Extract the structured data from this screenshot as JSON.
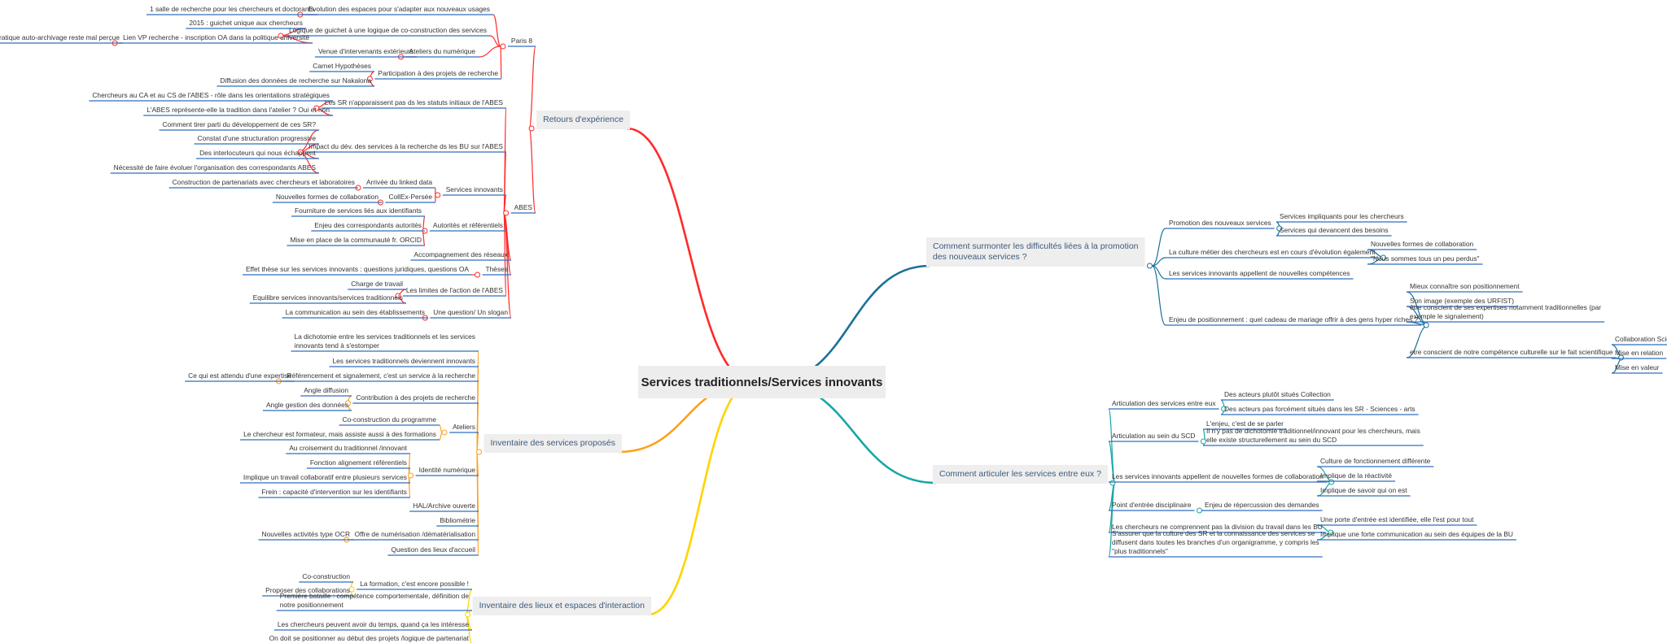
{
  "central": "Services traditionnels/Services innovants",
  "branches": [
    {
      "label": "Retours d'expérience",
      "color": "#ff2a2a",
      "children": [
        {
          "label": "Paris 8",
          "children": [
            {
              "label": "Evolution des espaces pour s'adapter aux nouveaux usages",
              "children": [
                {
                  "label": "1 salle de recherche pour les chercheurs et doctorants"
                }
              ]
            },
            {
              "label": "Logique de guichet à une logique de co-construction des services",
              "children": [
                {
                  "label": "2015 : guichet unique aux chercheurs"
                },
                {
                  "label": "Lien VP recherche - inscription OA dans la politique université",
                  "children": [
                    {
                      "label": "Pratique auto-archivage reste mal perçue"
                    }
                  ]
                }
              ]
            },
            {
              "label": "Ateliers du numérique",
              "children": [
                {
                  "label": "Venue d'intervenants extérieurs"
                }
              ]
            },
            {
              "label": "Participation à des projets de recherche",
              "children": [
                {
                  "label": "Carnet Hypothèses"
                },
                {
                  "label": "Diffusion des données de recherche sur Nakalona"
                }
              ]
            }
          ]
        },
        {
          "label": "ABES",
          "children": [
            {
              "label": "Les SR n'apparaissent pas ds les statuts initiaux de l'ABES",
              "children": [
                {
                  "label": "Chercheurs au CA et au CS de l'ABES - rôle dans les orientations stratégiques"
                },
                {
                  "label": "L'ABES représente-elle la tradition  dans l'atelier ? Oui et non"
                }
              ]
            },
            {
              "label": "Impact du dév. des services à la recherche ds les BU sur l'ABES",
              "children": [
                {
                  "label": "Comment tirer parti du développement de ces SR?"
                },
                {
                  "label": "Constat d'une structuration progressive"
                },
                {
                  "label": "Des interlocuteurs qui nous échappent"
                },
                {
                  "label": "Nécessité de faire évoluer l'organisation des correspondants ABES"
                }
              ]
            },
            {
              "label": "Services innovants",
              "children": [
                {
                  "label": "Arrivée du linked data",
                  "children": [
                    {
                      "label": "Construction de partenariats avec chercheurs et laboratoires"
                    }
                  ]
                },
                {
                  "label": "CollEx-Persée",
                  "children": [
                    {
                      "label": "Nouvelles formes de collaboration"
                    }
                  ]
                }
              ]
            },
            {
              "label": "Autorités et référentiels",
              "children": [
                {
                  "label": "Fourniture de services liés aux identifiants"
                },
                {
                  "label": "Enjeu des correspondants autorités"
                },
                {
                  "label": "Mise en place de la communauté fr. ORCID"
                }
              ]
            },
            {
              "label": "Accompagnement des réseaux"
            },
            {
              "label": "Thèses",
              "children": [
                {
                  "label": "Effet thèse sur les services innovants : questions juridiques, questions OA"
                }
              ]
            },
            {
              "label": "Les limites de l'action de l'ABES",
              "children": [
                {
                  "label": "Charge de travail"
                },
                {
                  "label": "Equilibre services innovants/services traditionnels"
                }
              ]
            },
            {
              "label": "Une question/ Un slogan",
              "children": [
                {
                  "label": "La communication au sein des établissements"
                }
              ]
            }
          ]
        }
      ]
    },
    {
      "label": "Inventaire des services proposés",
      "color": "#ff9f1a",
      "children": [
        {
          "label": "La dichotomie entre les services traditionnels et les services innovants tend à s'estomper"
        },
        {
          "label": "Les services traditionnels deviennent innovants"
        },
        {
          "label": "Référencement et signalement, c'est un service à la recherche",
          "children": [
            {
              "label": "Ce qui est attendu d'une expertise"
            }
          ]
        },
        {
          "label": "Contribution à des projets de recherche",
          "children": [
            {
              "label": "Angle diffusion"
            },
            {
              "label": "Angle gestion des données"
            }
          ]
        },
        {
          "label": "Ateliers",
          "children": [
            {
              "label": "Co-construction du programme"
            },
            {
              "label": "Le chercheur est formateur, mais assiste aussi à des formations"
            }
          ]
        },
        {
          "label": "Identité numérique",
          "children": [
            {
              "label": "Au croisement du traditionnel /innovant"
            },
            {
              "label": "Fonction alignement référentiels"
            },
            {
              "label": "Implique un travail collaboratif entre plusieurs services"
            },
            {
              "label": "Frein : capacité d'intervention sur les identifiants"
            }
          ]
        },
        {
          "label": "HAL/Archive ouverte"
        },
        {
          "label": "Bibliométrie"
        },
        {
          "label": "Offre de numérisation /dématérialisation",
          "children": [
            {
              "label": "Nouvelles activités type OCR"
            }
          ]
        },
        {
          "label": "Question des lieux d'accueil"
        }
      ]
    },
    {
      "label": "Inventaire des lieux et espaces d'interaction",
      "color": "#ffd400",
      "children": [
        {
          "label": "La formation, c'est encore possible !",
          "children": [
            {
              "label": "Co-construction"
            },
            {
              "label": "Proposer des collaborations"
            }
          ]
        },
        {
          "label": "Première bataille : compétence comportementale, définition de notre positionnement"
        },
        {
          "label": "Les chercheurs peuvent avoir du temps, quand ça les intéresse"
        },
        {
          "label": "On doit se positionner au début des projets /logique de partenariat"
        }
      ]
    },
    {
      "label": "Comment surmonter les difficultés liées à la promotion des nouveaux services ?",
      "color": "#1a7099",
      "children": [
        {
          "label": "Promotion des nouveaux services",
          "children": [
            {
              "label": "Services impliquants pour les chercheurs"
            },
            {
              "label": "Services qui devancent des besoins"
            }
          ]
        },
        {
          "label": "La culture métier des chercheurs est en cours d'évolution également",
          "children": [
            {
              "label": "Nouvelles formes de collaboration"
            },
            {
              "label": "\"Nous sommes tous un peu perdus\""
            }
          ]
        },
        {
          "label": "Les services innovants appellent de nouvelles compétences"
        },
        {
          "label": "Enjeu de positionnement : quel cadeau de mariage offrir à des gens hyper riches ?",
          "children": [
            {
              "label": "Mieux connaître son positionnement"
            },
            {
              "label": "Son image (exemple des URFIST)"
            },
            {
              "label": "être conscient de ses expertises notamment traditionnelles (par exemple le signalement)"
            },
            {
              "label": "etre conscient de notre compétence culturelle sur le fait scientifique",
              "children": [
                {
                  "label": "Collaboration Sciences Arts"
                },
                {
                  "label": "Mise en relation"
                },
                {
                  "label": "Mise en valeur"
                }
              ]
            }
          ]
        }
      ]
    },
    {
      "label": "Comment articuler les services entre eux ?",
      "color": "#1aa6a6",
      "children": [
        {
          "label": "Articulation des services entre eux",
          "children": [
            {
              "label": "Des acteurs plutôt situés Collection"
            },
            {
              "label": "Des acteurs pas forcément situés dans les SR - Sciences - arts"
            }
          ]
        },
        {
          "label": "Articulation au sein du SCD",
          "children": [
            {
              "label": "L'enjeu, c'est de se parler"
            },
            {
              "label": "Il n'y pas de dichotomie traditionnel/innovant pour les chercheurs, mais elle existe structurellement au sein du SCD"
            }
          ]
        },
        {
          "label": "Les services innovants appellent de nouvelles formes de collaboration",
          "children": [
            {
              "label": "Culture de fonctionnement différente"
            },
            {
              "label": "Implique de la réactivité"
            },
            {
              "label": "Implique de savoir qui on est"
            }
          ]
        },
        {
          "label": "Point d'entrée disciplinaire",
          "children": [
            {
              "label": "Enjeu de répercussion des demandes"
            }
          ]
        },
        {
          "label": "Les chercheurs ne comprennent pas la division du travail dans les BU",
          "children": [
            {
              "label": "Une porte d'entrée est identifiée, elle l'est pour tout"
            },
            {
              "label": "Implique une forte communication au sein des équipes de la BU"
            }
          ]
        },
        {
          "label": "S'assurer que la culture des SR et la connaissance des services se diffusent dans toutes les branches d'un organigramme, y compris les \"plus traditionnels\""
        }
      ]
    }
  ]
}
